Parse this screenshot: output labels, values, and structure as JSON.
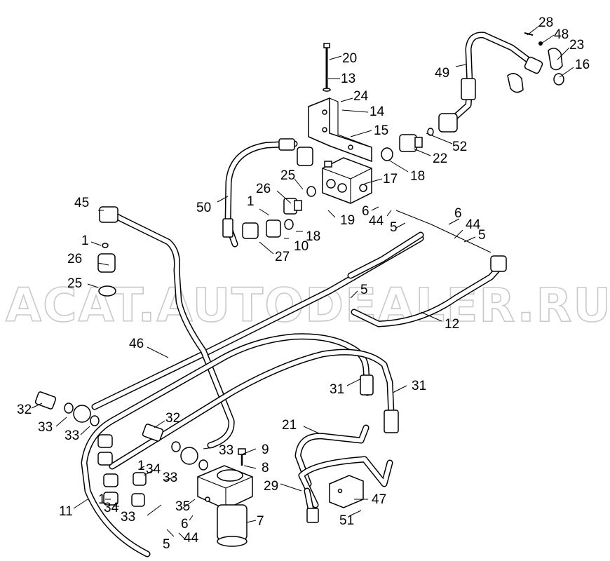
{
  "watermark": "ACAT.AUTODEALER.RU",
  "callouts": [
    {
      "id": "c20",
      "text": "20"
    },
    {
      "id": "c13",
      "text": "13"
    },
    {
      "id": "c24",
      "text": "24"
    },
    {
      "id": "c14",
      "text": "14"
    },
    {
      "id": "c15",
      "text": "15"
    },
    {
      "id": "c28",
      "text": "28"
    },
    {
      "id": "c48",
      "text": "48"
    },
    {
      "id": "c23",
      "text": "23"
    },
    {
      "id": "c16",
      "text": "16"
    },
    {
      "id": "c49",
      "text": "49"
    },
    {
      "id": "c52",
      "text": "52"
    },
    {
      "id": "c22",
      "text": "22"
    },
    {
      "id": "c18a",
      "text": "18"
    },
    {
      "id": "c17",
      "text": "17"
    },
    {
      "id": "c25a",
      "text": "25"
    },
    {
      "id": "c26a",
      "text": "26"
    },
    {
      "id": "c50",
      "text": "50"
    },
    {
      "id": "c1a",
      "text": "1"
    },
    {
      "id": "c19",
      "text": "19"
    },
    {
      "id": "c6a",
      "text": "6"
    },
    {
      "id": "c44a",
      "text": "44"
    },
    {
      "id": "c5a",
      "text": "5"
    },
    {
      "id": "c18b",
      "text": "18"
    },
    {
      "id": "c10",
      "text": "10"
    },
    {
      "id": "c27",
      "text": "27"
    },
    {
      "id": "c45",
      "text": "45"
    },
    {
      "id": "c1b",
      "text": "1"
    },
    {
      "id": "c26b",
      "text": "26"
    },
    {
      "id": "c25b",
      "text": "25"
    },
    {
      "id": "c6b",
      "text": "6"
    },
    {
      "id": "c44b",
      "text": "44"
    },
    {
      "id": "c5b",
      "text": "5"
    },
    {
      "id": "c5c",
      "text": "5"
    },
    {
      "id": "c12",
      "text": "12"
    },
    {
      "id": "c46",
      "text": "46"
    },
    {
      "id": "c31a",
      "text": "31"
    },
    {
      "id": "c31b",
      "text": "31"
    },
    {
      "id": "c32a",
      "text": "32"
    },
    {
      "id": "c33a",
      "text": "33"
    },
    {
      "id": "c33b",
      "text": "33"
    },
    {
      "id": "c32b",
      "text": "32"
    },
    {
      "id": "c33c",
      "text": "33"
    },
    {
      "id": "c21",
      "text": "21"
    },
    {
      "id": "c9",
      "text": "9"
    },
    {
      "id": "c8",
      "text": "8"
    },
    {
      "id": "c1c",
      "text": "1"
    },
    {
      "id": "c34a",
      "text": "34"
    },
    {
      "id": "c33d",
      "text": "33"
    },
    {
      "id": "c1d",
      "text": "1"
    },
    {
      "id": "c34b",
      "text": "34"
    },
    {
      "id": "c33e",
      "text": "33"
    },
    {
      "id": "c29",
      "text": "29"
    },
    {
      "id": "c47",
      "text": "47"
    },
    {
      "id": "c11",
      "text": "11"
    },
    {
      "id": "c35",
      "text": "35"
    },
    {
      "id": "c7",
      "text": "7"
    },
    {
      "id": "c6c",
      "text": "6"
    },
    {
      "id": "c51",
      "text": "51"
    },
    {
      "id": "c5d",
      "text": "5"
    },
    {
      "id": "c44c",
      "text": "44"
    }
  ]
}
